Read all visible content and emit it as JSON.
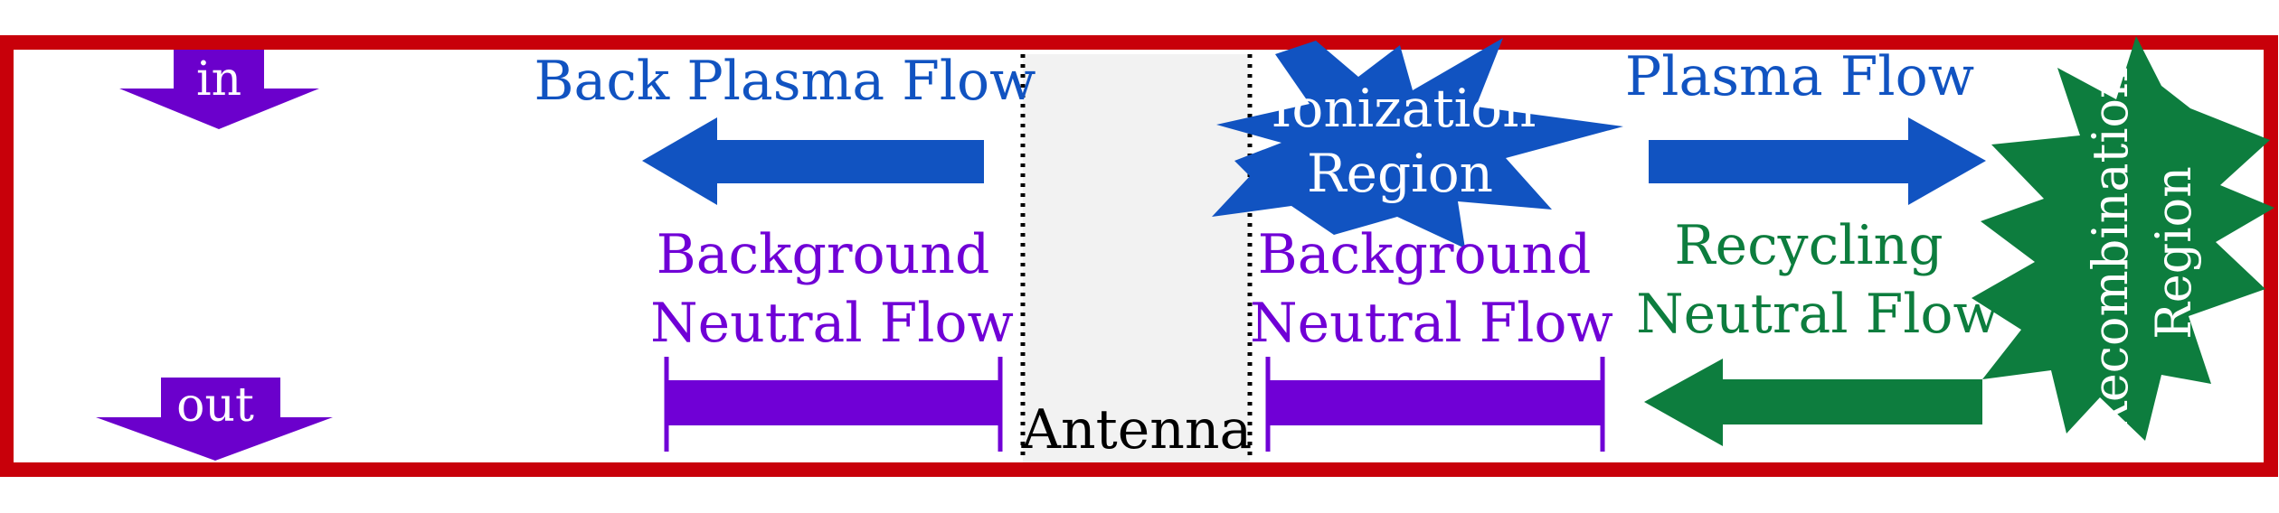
{
  "labels": {
    "inlet": "in",
    "outlet": "out",
    "back_plasma_flow": "Back Plasma Flow",
    "plasma_flow": "Plasma Flow",
    "antenna": "Antenna",
    "ionization_line1": "Ionization",
    "ionization_line2": "Region",
    "recombination_line1": "Recombination",
    "recombination_line2": "Region",
    "background_left_line1": "Background",
    "background_left_line2": "Neutral Flow",
    "background_right_line1": "Background",
    "background_right_line2": "Neutral Flow",
    "recycling_line1": "Recycling",
    "recycling_line2": "Neutral Flow"
  },
  "colors": {
    "wall": "#c8000a",
    "plasma": "#1153c1",
    "neutral": "#7000d6",
    "recycling": "#0d7d3e",
    "antenna_fill": "#f2f2f2",
    "in_out_arrows": "#6b00cc"
  }
}
